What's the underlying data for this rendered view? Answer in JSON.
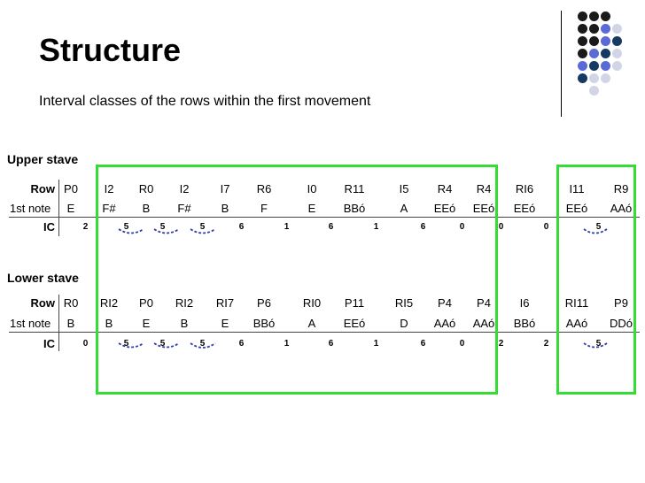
{
  "header": {
    "title": "Structure",
    "subtitle": "Interval classes of the rows within the first movement"
  },
  "labels": {
    "row": "Row",
    "first_note": "1st note",
    "ic": "IC"
  },
  "colors": {
    "dark": "#1a1a1a",
    "blue": "#5a6bd6",
    "navy": "#173a63",
    "light": "#d2d5e6",
    "highlight_box": "#33dd33"
  },
  "upper": {
    "title": "Upper stave",
    "rows": [
      "P0",
      "I2",
      "R0",
      "I2",
      "I7",
      "R6",
      "I0",
      "R11",
      "I5",
      "R4",
      "R4",
      "RI6",
      "I11",
      "R9"
    ],
    "notes": [
      "E",
      "F#",
      "B",
      "F#",
      "B",
      "F",
      "E",
      "BBó",
      "A",
      "EEó",
      "EEó",
      "EEó",
      "EEó",
      "AAó"
    ],
    "ic": [
      "2",
      "5",
      "5",
      "5",
      "6",
      "1",
      "6",
      "1",
      "6",
      "0",
      "0",
      "0",
      "5"
    ]
  },
  "lower": {
    "title": "Lower stave",
    "rows": [
      "R0",
      "RI2",
      "P0",
      "RI2",
      "RI7",
      "P6",
      "RI0",
      "P11",
      "RI5",
      "P4",
      "P4",
      "I6",
      "RI11",
      "P9"
    ],
    "notes": [
      "B",
      "B",
      "E",
      "B",
      "E",
      "BBó",
      "A",
      "EEó",
      "D",
      "AAó",
      "AAó",
      "BBó",
      "AAó",
      "DDó"
    ],
    "ic": [
      "0",
      "5",
      "5",
      "5",
      "6",
      "1",
      "6",
      "1",
      "6",
      "0",
      "2",
      "2",
      "5"
    ]
  }
}
